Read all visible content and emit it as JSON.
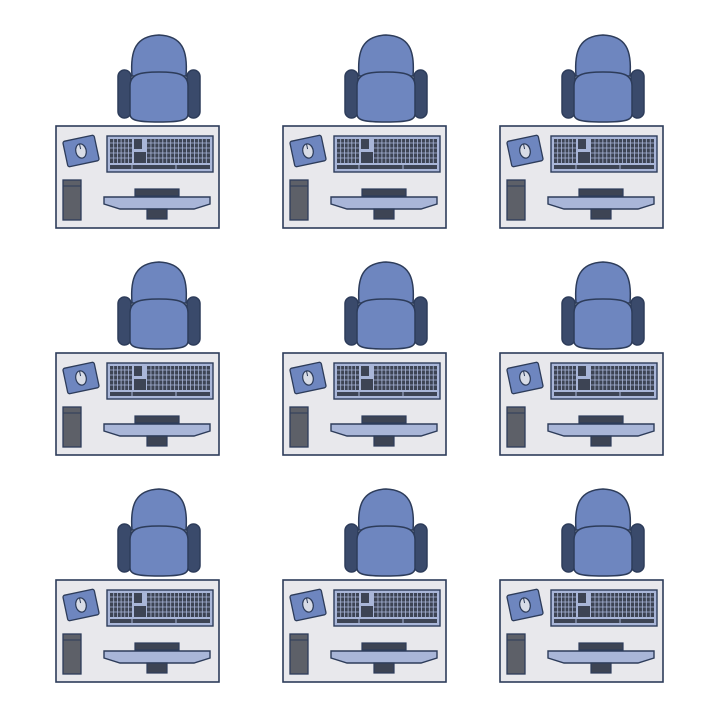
{
  "scene": {
    "description_items": "workstation",
    "grid": {
      "rows": 3,
      "columns": 3
    },
    "colors": {
      "background": "#ffffff",
      "outline": "#2d3c5a",
      "chair_blue": "#6e86bf",
      "chair_wheel": "#3a4a6b",
      "desk_fill": "#e8e8ec",
      "keyboard_body": "#a9b6d8",
      "key_dark": "#3d4454",
      "mousepad": "#6e86bf",
      "mouse": "#d8dce6",
      "pc_tower": "#5d6068",
      "monitor_body": "#a9b6d8",
      "monitor_stand": "#3d4454"
    },
    "icons": {
      "chair": "office-chair-icon",
      "desk": "desk-icon",
      "keyboard": "keyboard-icon",
      "mouse": "computer-mouse-icon",
      "mousepad": "mousepad-icon",
      "tower": "pc-tower-icon",
      "monitor": "monitor-icon"
    }
  }
}
